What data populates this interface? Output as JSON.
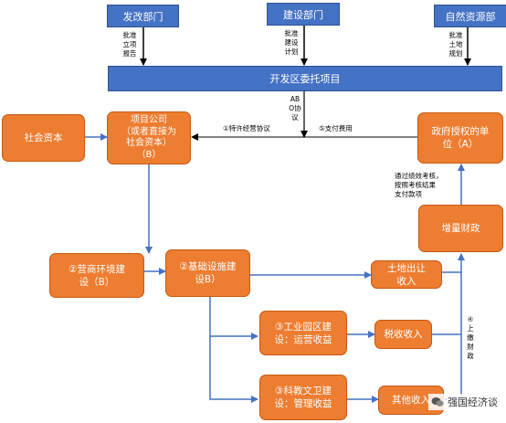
{
  "top_boxes": {
    "fagai": "发改部门",
    "jianshe": "建设部门",
    "ziran": "自然资源部"
  },
  "top_notes": {
    "fagai": "批准立项报告",
    "jianshe": "批准建设计划",
    "ziran": "批准土地规划"
  },
  "banner": "开发区委托项目",
  "abo_note": "ABO协议",
  "nodes": {
    "social_capital": "社会资本",
    "project_company": "项目公司\n（或者直接为\n社会资本）\n（B）",
    "gov_unit": "政府授权的单\n位（A）",
    "incremental_finance": "增量财政",
    "business_env": "②营商环境建\n设（B）",
    "infrastructure": "②基础设施建\n设B）",
    "land_transfer": "土地出让\n收入",
    "industrial_park": "③工业园区建\n设：运营收益",
    "tax_income": "税收收入",
    "sci_edu": "③科教文卫建\n设：管理收益",
    "other_income": "其他收入"
  },
  "edge_labels": {
    "franchise": "①特许经营协议",
    "payment": "⑤支付费用",
    "assessment": "通过绩效考核，\n按照考核结果\n支付款项",
    "remit": "④上缴财政"
  },
  "watermark": "强国经济谈",
  "colors": {
    "blue": "#4472c4",
    "orange": "#ed7d31",
    "arrow": "#4472c4"
  }
}
